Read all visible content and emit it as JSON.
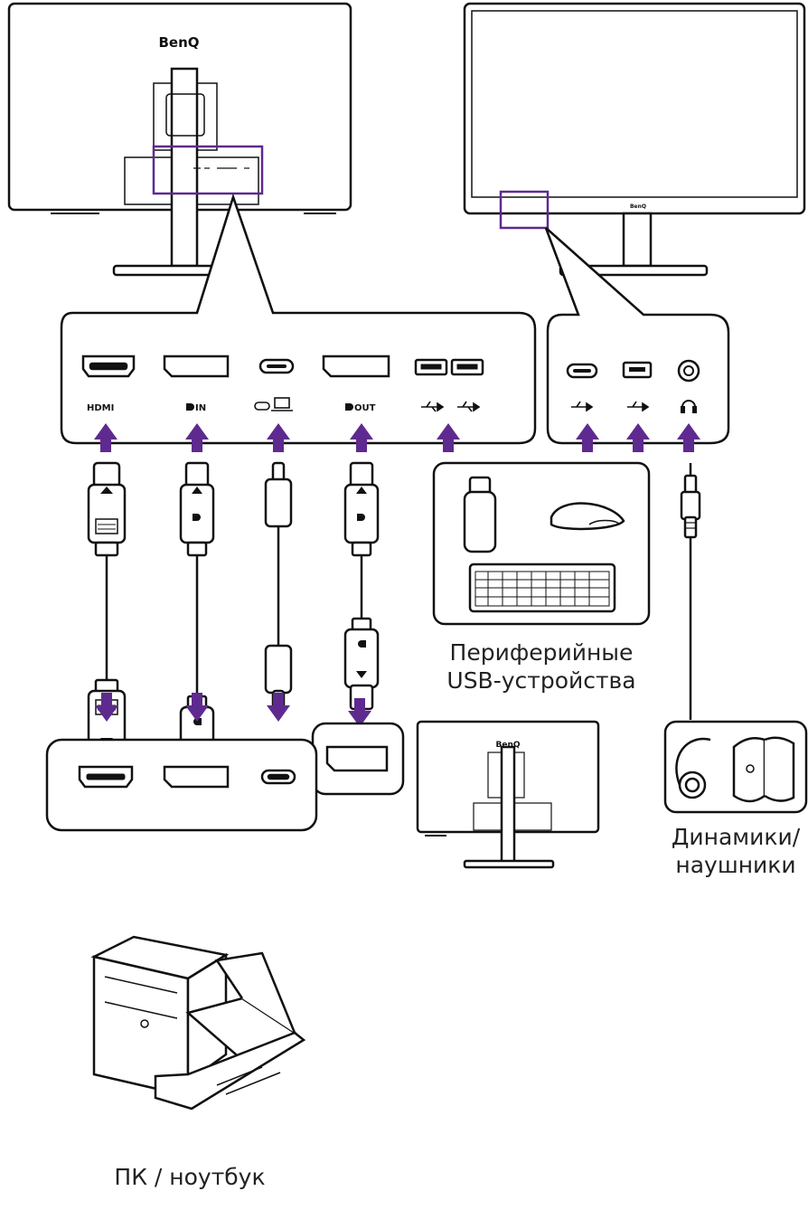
{
  "brand": "BenQ",
  "monitor_ports": {
    "hdmi": "HDMI",
    "dp_in": "IN",
    "dp_out": "OUT"
  },
  "captions": {
    "usb_line1": "Периферийные",
    "usb_line2": "USB-устройства",
    "audio_line1": "Динамики/",
    "audio_line2": "наушники",
    "pc": "ПК / ноутбук"
  },
  "colors": {
    "accent": "#5f2a8f",
    "line": "#111111"
  },
  "icons": [
    "usb-icon",
    "headphone-icon",
    "displayport-icon",
    "laptop-icon",
    "hdmi-logo"
  ]
}
